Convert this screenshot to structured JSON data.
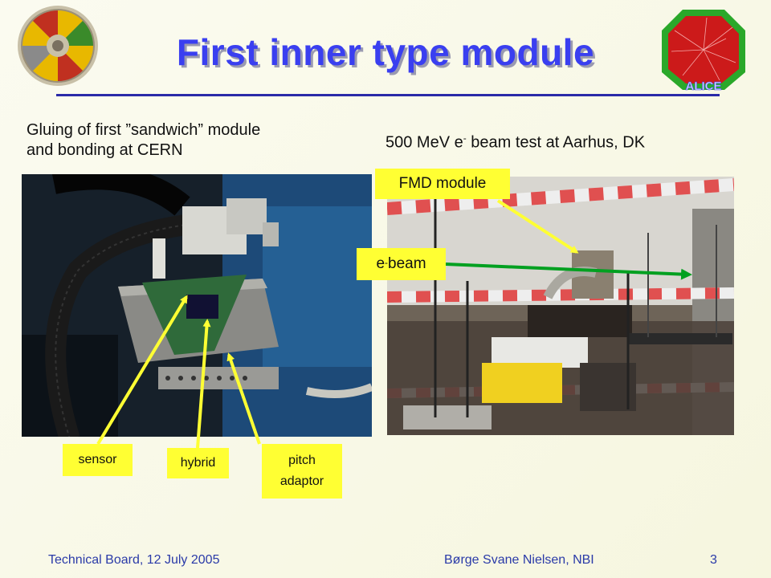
{
  "title": "First inner type module",
  "left": {
    "caption_line1": "Gluing of first ”sandwich” module",
    "caption_line2": "and bonding at CERN",
    "labels": {
      "sensor": "sensor",
      "hybrid": "hybrid",
      "pitch_line1": "pitch",
      "pitch_line2": "adaptor"
    }
  },
  "right": {
    "caption_pre": "500 MeV e",
    "caption_sup": "-",
    "caption_post": " beam test at Aarhus, DK",
    "labels": {
      "fmd_module": "FMD module",
      "beam_pre": "e",
      "beam_sup": "-",
      "beam_post": " beam"
    }
  },
  "footer": {
    "left": "Technical Board, 12 July 2005",
    "middle": "Børge Svane Nielsen, NBI",
    "page": "3"
  },
  "logos": {
    "left_logo_text": "",
    "right_logo_text": "ALICE"
  },
  "colors": {
    "title": "#3a3ff0",
    "title_shadow": "#9a9ab0",
    "rule": "#2a2aa8",
    "label_bg": "#ffff33",
    "arrow_yellow": "#ffff33",
    "arrow_green": "#00a020",
    "footer": "#2a3aa8"
  }
}
